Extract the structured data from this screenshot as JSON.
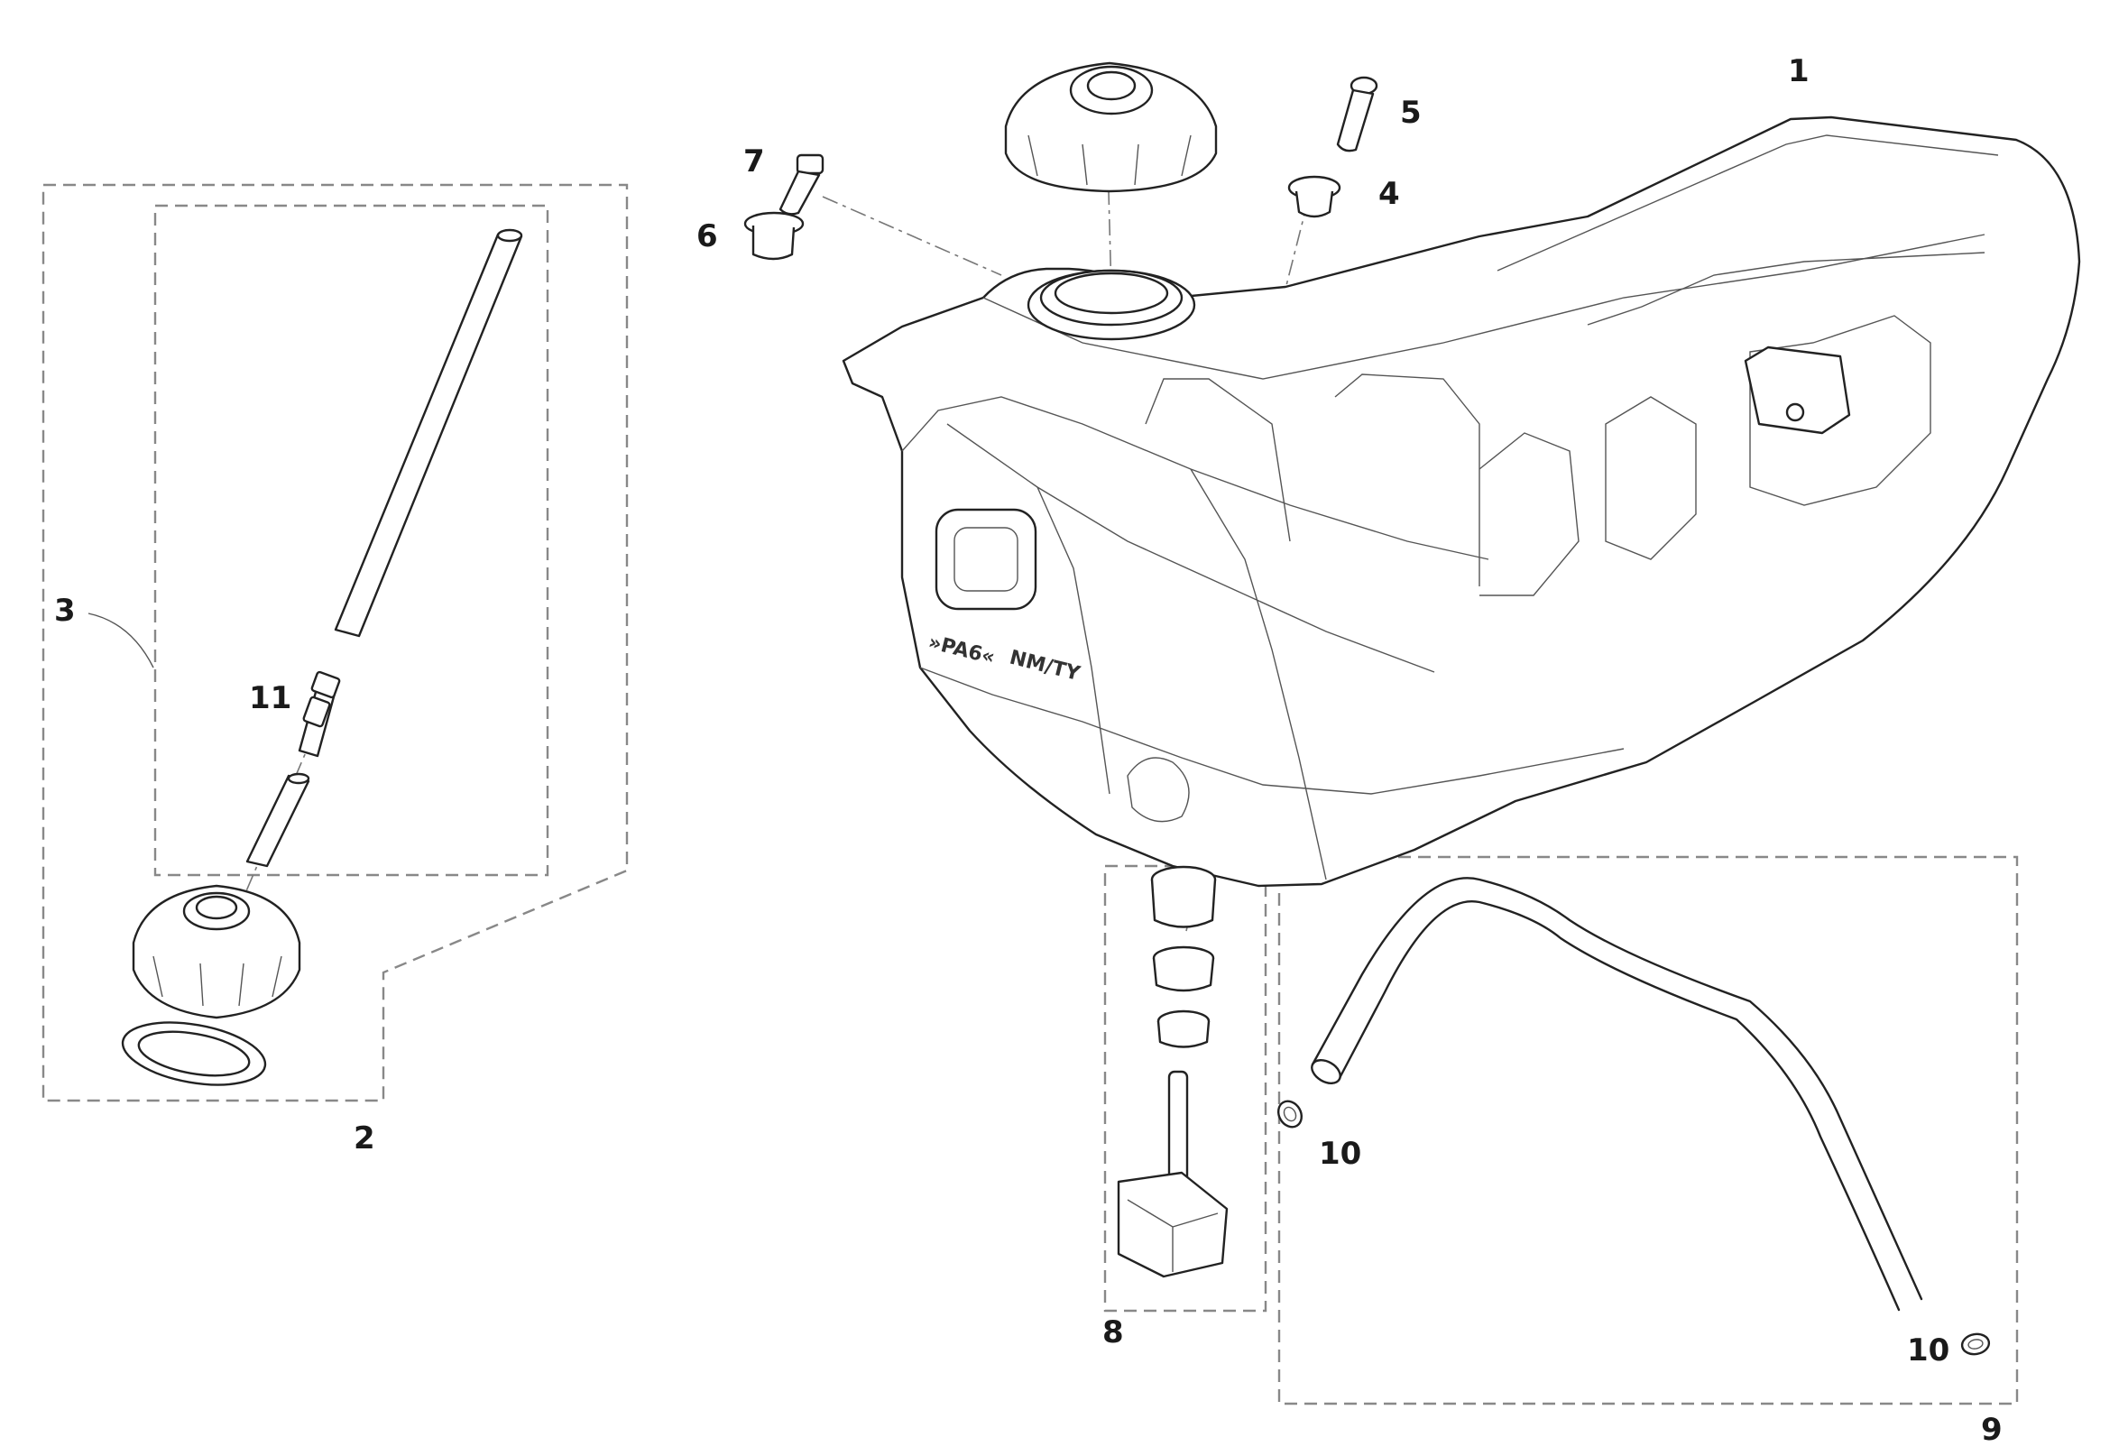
{
  "callouts": [
    {
      "id": "c1",
      "text": "1"
    },
    {
      "id": "c2",
      "text": "2"
    },
    {
      "id": "c3",
      "text": "3"
    },
    {
      "id": "c4",
      "text": "4"
    },
    {
      "id": "c5",
      "text": "5"
    },
    {
      "id": "c6",
      "text": "6"
    },
    {
      "id": "c7",
      "text": "7"
    },
    {
      "id": "c8",
      "text": "8"
    },
    {
      "id": "c9",
      "text": "9"
    },
    {
      "id": "c10a",
      "text": "10"
    },
    {
      "id": "c10b",
      "text": "10"
    },
    {
      "id": "c11",
      "text": "11"
    }
  ],
  "tank_markings": {
    "left": "»PA6«",
    "right": "NM/TY"
  }
}
